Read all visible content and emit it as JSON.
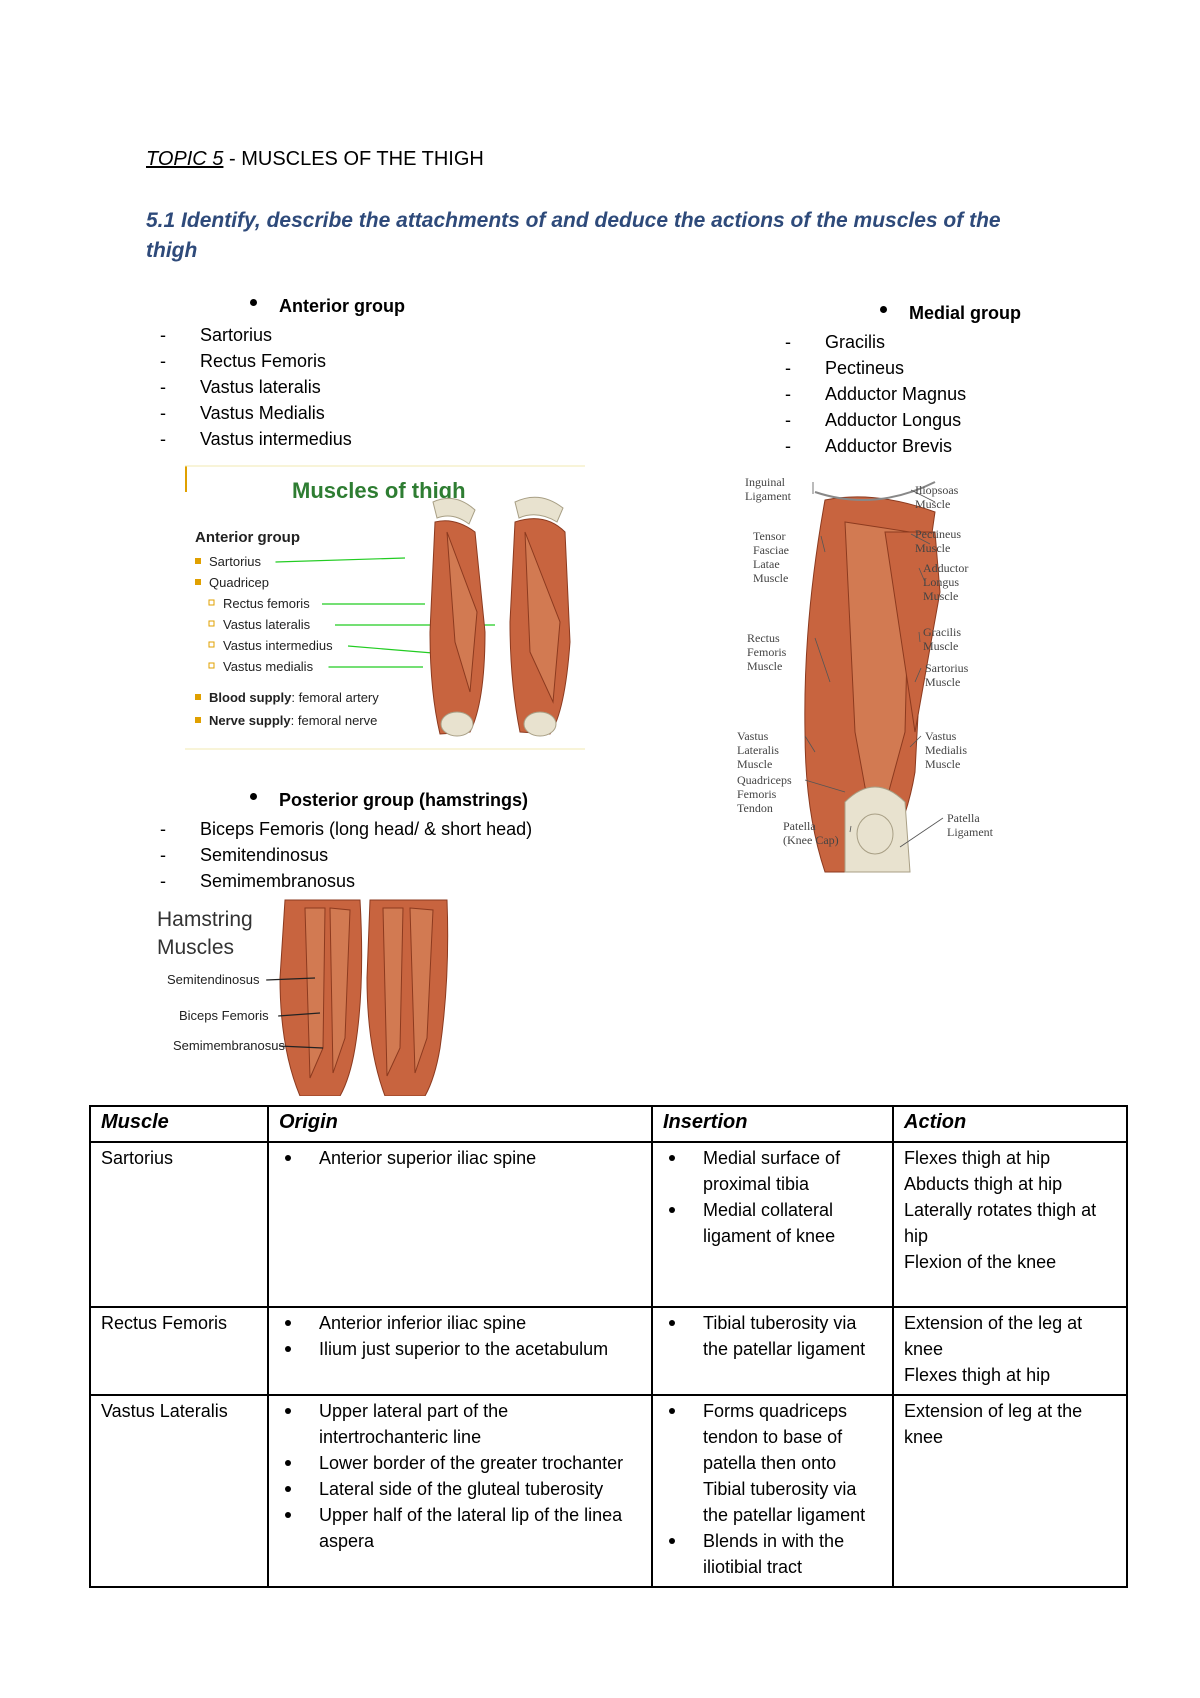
{
  "header": {
    "topic_prefix": "TOPIC 5",
    "topic_suffix": " - MUSCLES OF THE THIGH",
    "objective": "5.1 Identify, describe the attachments of and deduce the actions of the muscles of the thigh"
  },
  "anterior_group": {
    "heading": "Anterior group",
    "items": [
      "Sartorius",
      "Rectus Femoris",
      "Vastus lateralis",
      "Vastus Medialis",
      "Vastus intermedius"
    ]
  },
  "medial_group": {
    "heading": "Medial group",
    "items": [
      "Gracilis",
      "Pectineus",
      "Adductor Magnus",
      "Adductor Longus",
      "Adductor Brevis"
    ]
  },
  "posterior_group": {
    "heading": "Posterior group (hamstrings)",
    "items": [
      "Biceps Femoris (long head/ & short head)",
      "Semitendinosus",
      "Semimembranosus"
    ]
  },
  "figure_anterior": {
    "title": "Muscles of thigh",
    "group_label": "Anterior group",
    "items": [
      "Sartorius",
      "Quadricep",
      "Rectus femoris",
      "Vastus lateralis",
      "Vastus intermedius",
      "Vastus medialis"
    ],
    "blood_supply_label": "Blood supply",
    "blood_supply_value": ": femoral artery",
    "nerve_supply_label": "Nerve supply",
    "nerve_supply_value": ": femoral nerve",
    "colors": {
      "title": "#2e7d32",
      "bullet": "#e0a000",
      "pointer": "#22cc22"
    }
  },
  "figure_medial": {
    "labels": [
      "Inguinal Ligament",
      "Iliopsoas Muscle",
      "Tensor Fasciae Latae Muscle",
      "Pectineus Muscle",
      "Adductor Longus Muscle",
      "Gracilis Muscle",
      "Rectus Femoris Muscle",
      "Sartorius Muscle",
      "Vastus Lateralis Muscle",
      "Vastus Medialis Muscle",
      "Quadriceps Femoris Tendon",
      "Patella (Knee Cap)",
      "Patella Ligament"
    ]
  },
  "figure_hamstring": {
    "title_line1": "Hamstring",
    "title_line2": "Muscles",
    "labels": [
      "Semitendinosus",
      "Biceps Femoris",
      "Semimembranosus"
    ]
  },
  "table": {
    "headers": [
      "Muscle",
      "Origin",
      "Insertion",
      "Action"
    ],
    "rows": [
      {
        "muscle": "Sartorius",
        "origin": [
          "Anterior superior iliac spine"
        ],
        "insertion": [
          "Medial surface of proximal tibia",
          "Medial collateral ligament of knee"
        ],
        "action": [
          "Flexes thigh at hip",
          "Abducts thigh at hip",
          "Laterally rotates thigh at hip",
          "Flexion of the knee"
        ]
      },
      {
        "muscle": "Rectus Femoris",
        "origin": [
          "Anterior inferior iliac spine",
          "Ilium just superior to the acetabulum"
        ],
        "insertion": [
          "Tibial tuberosity via the patellar ligament"
        ],
        "action": [
          "Extension of the leg at knee",
          "Flexes thigh at hip"
        ]
      },
      {
        "muscle": "Vastus Lateralis",
        "origin": [
          "Upper lateral part of the intertrochanteric line",
          "Lower border of the greater trochanter",
          "Lateral side of the gluteal tuberosity",
          "Upper half of the lateral lip of the linea aspera"
        ],
        "insertion": [
          "Forms quadriceps tendon to base of patella then onto Tibial tuberosity via the patellar ligament",
          "Blends in with the iliotibial tract"
        ],
        "action": [
          "Extension of leg at the knee"
        ]
      }
    ]
  }
}
